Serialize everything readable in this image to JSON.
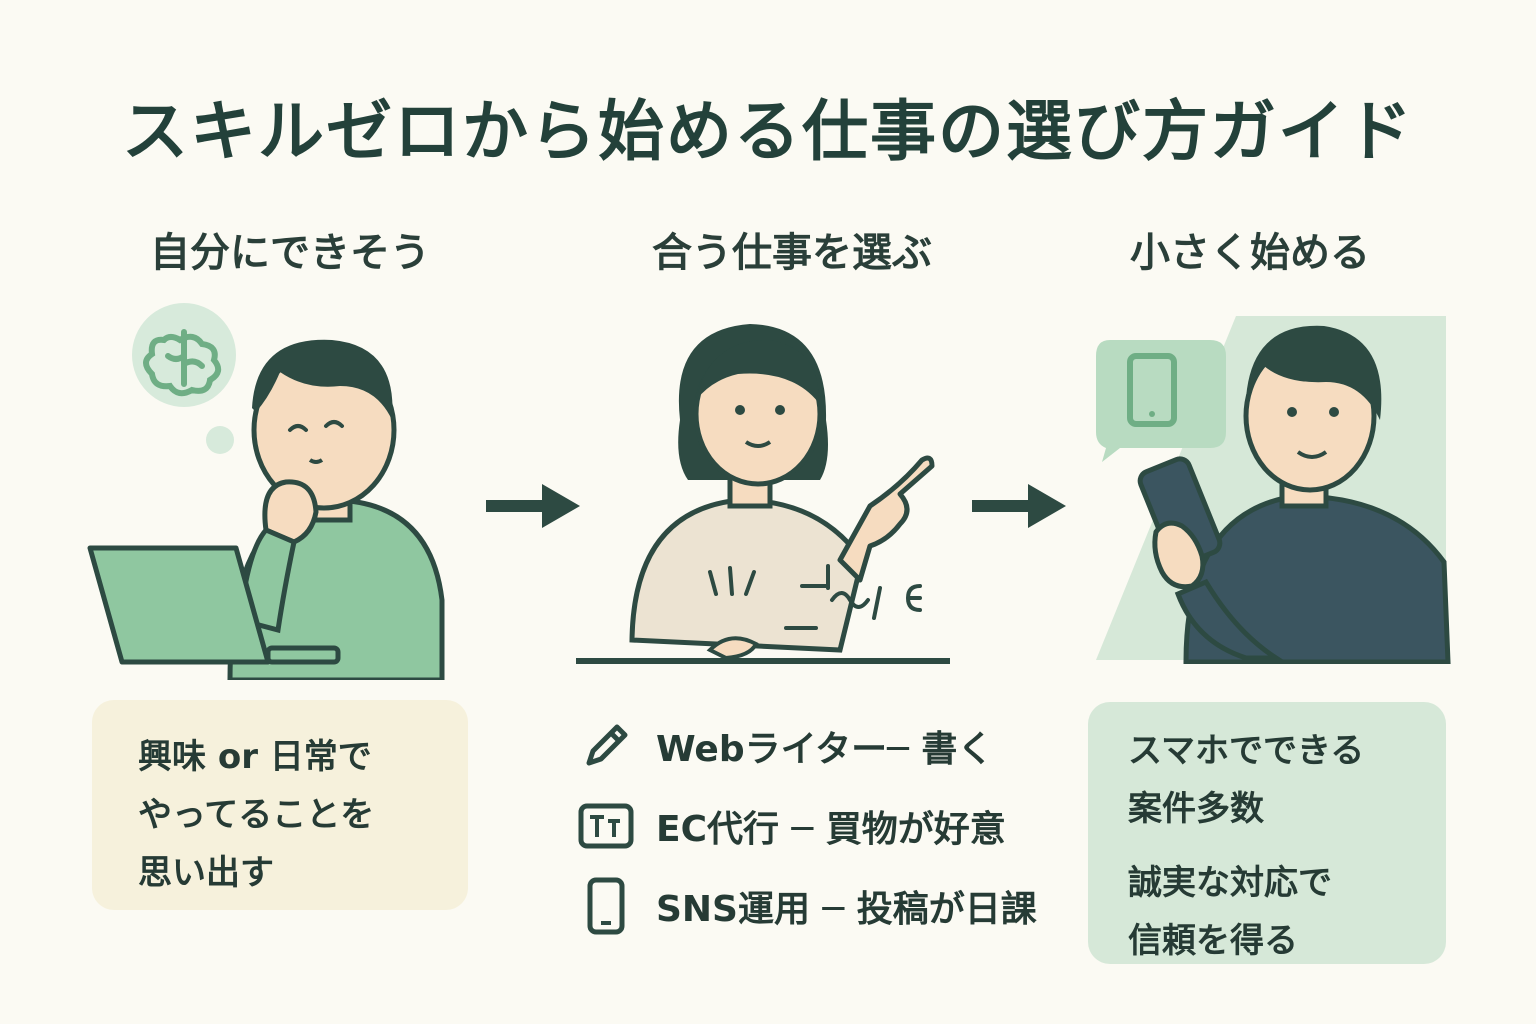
{
  "title": "スキルゼロから始める仕事の選び方ガイド",
  "steps": [
    {
      "heading": "自分にできそう",
      "card_lines": [
        "興味 or 日常で",
        "やってることを",
        "思い出す"
      ]
    },
    {
      "heading": "合う仕事を選ぶ",
      "jobs": [
        {
          "icon": "pencil-icon",
          "text": "Webライター─ 書く"
        },
        {
          "icon": "text-format-icon",
          "text": "EC代行 ─ 買物が好意"
        },
        {
          "icon": "smartphone-icon",
          "text": "SNS運用 ─ 投稿が日課"
        }
      ]
    },
    {
      "heading": "小さく始める",
      "card_lines": [
        "スマホでできる",
        "案件多数",
        "誠実な対応で",
        "信頼を得る"
      ]
    }
  ],
  "colors": {
    "background": "#fbfaf3",
    "dark_green": "#2d4a42",
    "sage": "#8fc7a0",
    "beige": "#ece3d2",
    "skin": "#f6dcc0",
    "navy_shirt": "#3b5560"
  }
}
